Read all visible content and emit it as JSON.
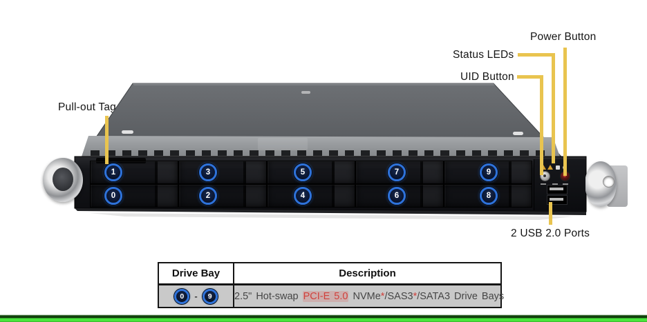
{
  "callouts": {
    "power_button": "Power Button",
    "status_leds": "Status LEDs",
    "uid_button": "UID Button",
    "pull_out_tag": "Pull-out Tag",
    "usb_ports": "2 USB 2.0 Ports"
  },
  "bay_numbers": [
    "1",
    "3",
    "5",
    "7",
    "9",
    "0",
    "2",
    "4",
    "6",
    "8"
  ],
  "table": {
    "header_drive_bay": "Drive Bay",
    "header_description": "Description",
    "row": {
      "bay_from": "0",
      "separator": "-",
      "bay_to": "9",
      "desc_part1": "2.5\" Hot-swap ",
      "desc_highlight": "PCI-E 5.0",
      "desc_part2": " NVMe",
      "desc_star1": "*",
      "desc_part3": "/SAS3",
      "desc_star2": "*",
      "desc_part4": "/SATA3 Drive Bays"
    }
  },
  "colors": {
    "leader_line": "#E9C44F",
    "highlight_red": "#D0413C",
    "footer_green": "#49E53C",
    "bay_badge_ring": "#2E72DA"
  }
}
